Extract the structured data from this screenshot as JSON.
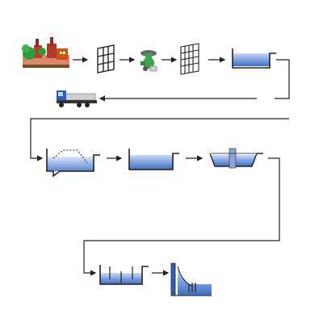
{
  "diagram": {
    "title": "",
    "stages": [
      {
        "id": "source",
        "icon": "factory-town-icon"
      },
      {
        "id": "coarse-screen",
        "icon": "coarse-screen-grid-icon"
      },
      {
        "id": "pump-station",
        "icon": "pump-icon"
      },
      {
        "id": "fine-screen",
        "icon": "fine-screen-grid-icon"
      },
      {
        "id": "grit-chamber",
        "icon": "grit-basin-icon"
      },
      {
        "id": "truck-removal",
        "icon": "dump-truck-icon"
      },
      {
        "id": "primary-settling",
        "icon": "settling-basin-with-scraper-icon"
      },
      {
        "id": "aeration-tank",
        "icon": "aeration-basin-icon"
      },
      {
        "id": "secondary-clarifier",
        "icon": "circular-clarifier-icon"
      },
      {
        "id": "disinfection",
        "icon": "baffled-tank-icon"
      },
      {
        "id": "discharge",
        "icon": "outfall-weir-icon"
      }
    ],
    "colors": {
      "water": "#4a78c8",
      "water_light": "#a9c2ec",
      "line": "#222222",
      "truck_cab": "#2a5fbf",
      "pump": "#3aa84a",
      "factory_red": "#c0392b",
      "tree": "#2e9b3a"
    }
  }
}
